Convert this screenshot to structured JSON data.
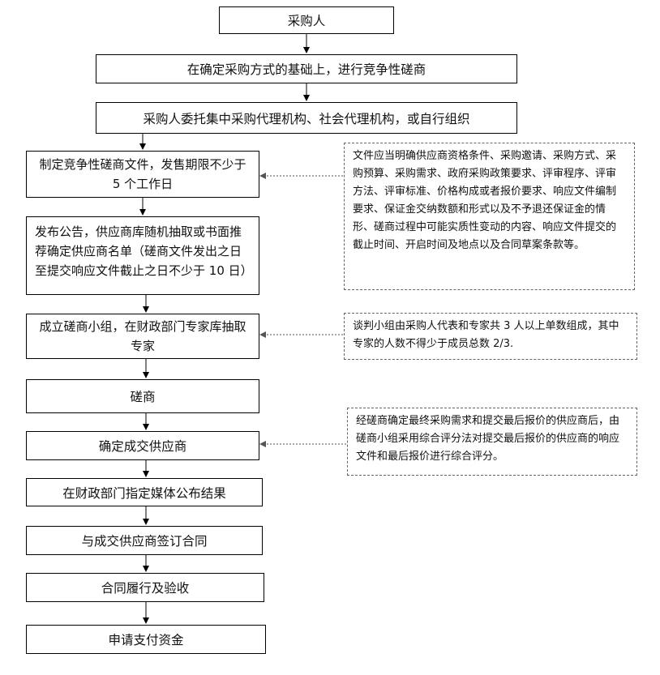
{
  "steps": {
    "purchaser": "采购人",
    "basis": "在确定采购方式的基础上，进行竞争性磋商",
    "entrust": "采购人委托集中采购代理机构、社会代理机构，或自行组织",
    "docs": "制定竞争性磋商文件，发售期限不少于 5 个工作日",
    "announce": "发布公告，供应商库随机抽取或书面推荐确定供应商名单（磋商文件发出之日至提交响应文件截止之日不少于 10 日）",
    "group": "成立磋商小组，在财政部门专家库抽取专家",
    "consult": "磋商",
    "determine": "确定成交供应商",
    "publish": "在财政部门指定媒体公布结果",
    "sign": "与成交供应商签订合同",
    "perform": "合同履行及验收",
    "apply": "申请支付资金"
  },
  "notes": {
    "docs_note": "文件应当明确供应商资格条件、采购邀请、采购方式、采购预算、采购需求、政府采购政策要求、评审程序、评审方法、评审标准、价格构成或者报价要求、响应文件编制要求、保证金交纳数额和形式以及不予退还保证金的情形、磋商过程中可能实质性变动的内容、响应文件提交的截止时间、开启时间及地点以及合同草案条款等。",
    "group_note": "谈判小组由采购人代表和专家共 3 人以上单数组成，其中专家的人数不得少于成员总数 2/3.",
    "determine_note": "经磋商确定最终采购需求和提交最后报价的供应商后，由磋商小组采用综合评分法对提交最后报价的供应商的响应文件和最后报价进行综合评分。"
  }
}
